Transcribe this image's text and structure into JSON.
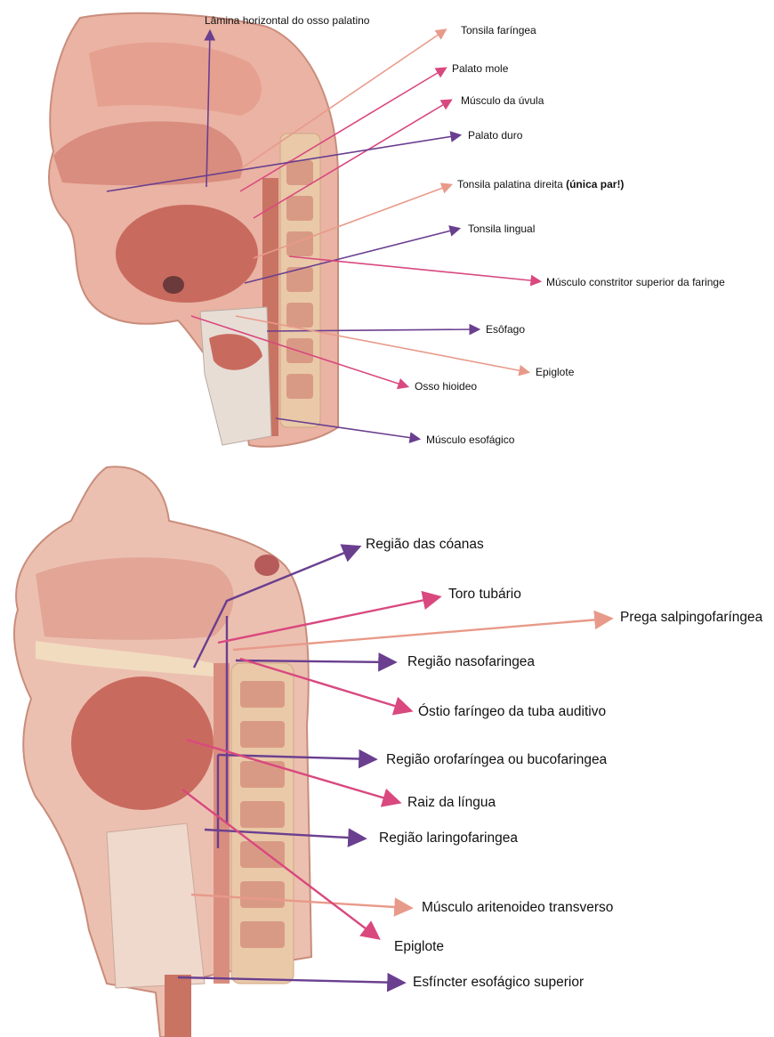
{
  "top_diagram": {
    "labels": [
      {
        "text": "Lâmina horizontal do osso palatino"
      },
      {
        "text": "Tonsila faríngea"
      },
      {
        "text": "Palato mole"
      },
      {
        "text": "Músculo da úvula"
      },
      {
        "text": "Palato duro"
      },
      {
        "text": "Tonsila palatina direita",
        "bold_suffix": "(única par!)"
      },
      {
        "text": "Tonsila lingual"
      },
      {
        "text": "Músculo constritor superior da faringe"
      },
      {
        "text": "Esôfago"
      },
      {
        "text": "Epiglote"
      },
      {
        "text": "Osso hioideo"
      },
      {
        "text": "Músculo esofágico"
      }
    ]
  },
  "bottom_diagram": {
    "labels": [
      {
        "text": "Região das cóanas"
      },
      {
        "text": "Toro tubário"
      },
      {
        "text": "Prega salpingofaríngea"
      },
      {
        "text": "Região nasofaringea"
      },
      {
        "text": "Óstio faríngeo da tuba auditivo"
      },
      {
        "text": "Região orofaríngea ou bucofaringea"
      },
      {
        "text": "Raiz da língua"
      },
      {
        "text": "Região laringofaringea"
      },
      {
        "text": "Músculo aritenoideo transverso"
      },
      {
        "text": "Epiglote"
      },
      {
        "text": "Esfíncter esofágico superior"
      }
    ]
  },
  "colors": {
    "purple": "#6a3f8f",
    "pink": "#d9487f",
    "salmon": "#e89a8a",
    "tissue": "#e8a999",
    "tissue_dark": "#c97363",
    "muscle": "#c96a5f",
    "bone": "#f2dcc0",
    "spine": "#e9c9a8"
  }
}
